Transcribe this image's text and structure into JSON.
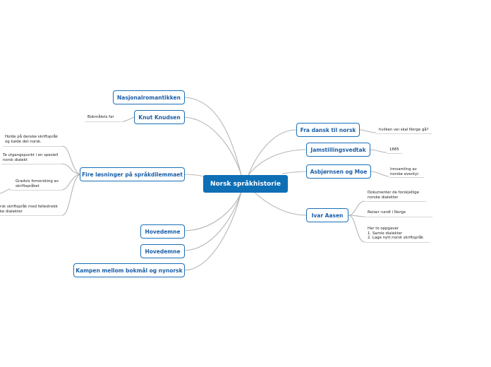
{
  "root": "Norsk språkhistorie",
  "left": {
    "nasjonalromantikken": "Nasjonalromantikken",
    "knut_knudsen": "Knut Knudsen",
    "knut_note": "Bokmålets far",
    "fire_losninger": "Fire løsninger på språkdilemmaet",
    "fire_notes": [
      [
        "Holde på danske skriftspråk",
        "og kalde det norsk."
      ],
      [
        "Ta utgangspunkt i en spesiell",
        "norsk dialekt"
      ],
      [
        "Gradvis fornorsking av",
        "skriftspråket"
      ],
      [
        "rsk skriftspråk med fellestrekk",
        "ke dialekter"
      ]
    ],
    "hovedemne_1": "Hovedemne",
    "hovedemne_2": "Hovedemne",
    "kampen": "Kampen mellom bokmål og nynorsk"
  },
  "right": {
    "fra_dansk": "Fra dansk til norsk",
    "fra_dansk_note": "hvilken vei skal Norge gå?",
    "jamstilling": "Jamstillingsvedtak",
    "jamstilling_note": "1885",
    "asbjornsen": "Asbjørnsen og Moe",
    "asbjornsen_note": [
      "Innsamling av",
      "norske eventyr"
    ],
    "ivar": "Ivar Aasen",
    "ivar_notes": {
      "n1": [
        "Dokumenter de forskjellige",
        "norske dialekter"
      ],
      "n2": "Reiser rundt i Norge",
      "n3": [
        "Har to oppgaver",
        "1. Samle dialekter",
        "2. Lage nytt norsk skriftspråk"
      ]
    }
  },
  "colors": {
    "accent": "#0e6fb5",
    "border": "#1a6fb8",
    "line": "#b8b8b8"
  }
}
